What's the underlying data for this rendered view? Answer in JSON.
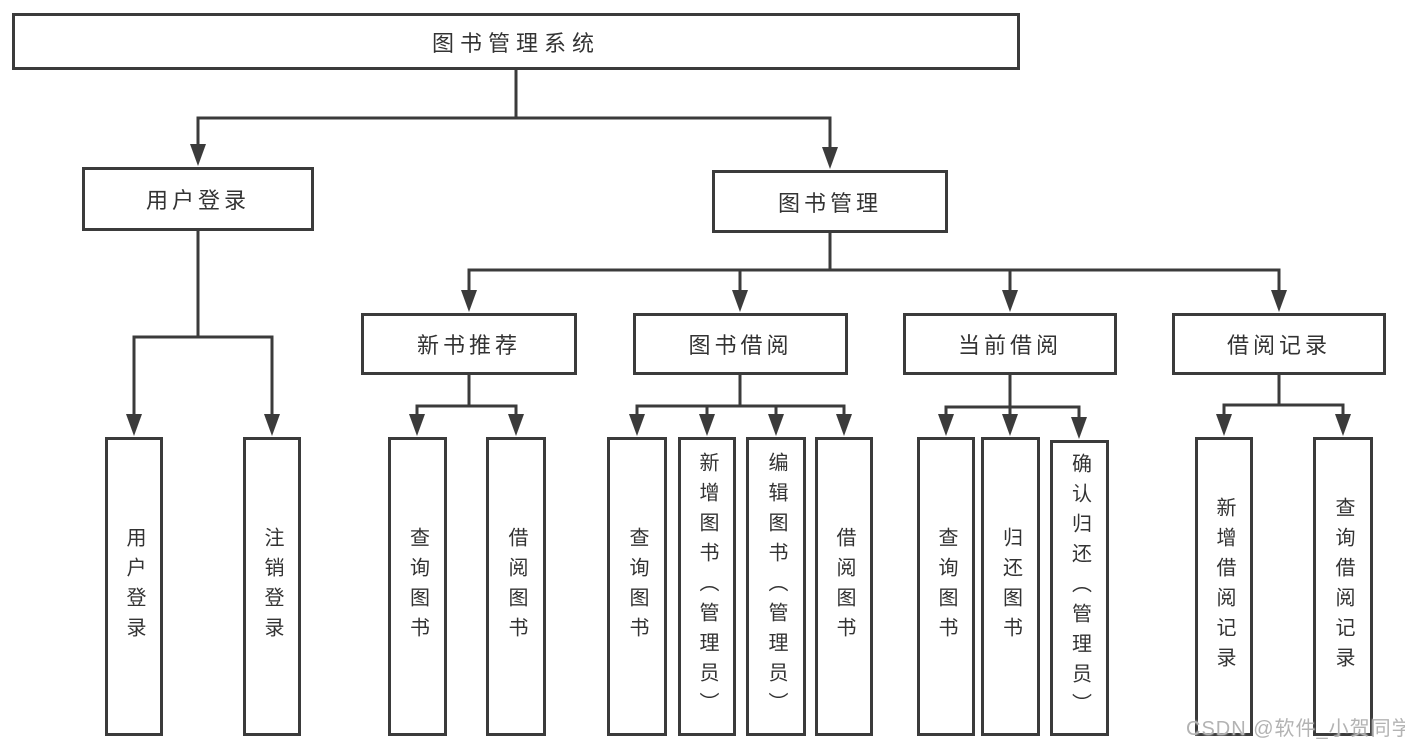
{
  "tree": {
    "root": {
      "label": "图书管理系统"
    },
    "level2": [
      {
        "label": "用户登录",
        "children": [
          {
            "label": "用户登录"
          },
          {
            "label": "注销登录"
          }
        ]
      },
      {
        "label": "图书管理",
        "children": [
          {
            "label": "新书推荐",
            "children": [
              {
                "label": "查询图书"
              },
              {
                "label": "借阅图书"
              }
            ]
          },
          {
            "label": "图书借阅",
            "children": [
              {
                "label": "查询图书"
              },
              {
                "label": "新增图书（管理员）"
              },
              {
                "label": "编辑图书（管理员）"
              },
              {
                "label": "借阅图书"
              }
            ]
          },
          {
            "label": "当前借阅",
            "children": [
              {
                "label": "查询图书"
              },
              {
                "label": "归还图书"
              },
              {
                "label": "确认归还（管理员）"
              }
            ]
          },
          {
            "label": "借阅记录",
            "children": [
              {
                "label": "新增借阅记录"
              },
              {
                "label": "查询借阅记录"
              }
            ]
          }
        ]
      }
    ]
  },
  "watermark": {
    "text": "CSDN @软件_小贺同学"
  },
  "colors": {
    "line": "#3b3b3b",
    "box_border": "#3b3b3b",
    "text": "#333333",
    "watermark": "#b3b3b3",
    "background": "#ffffff"
  }
}
